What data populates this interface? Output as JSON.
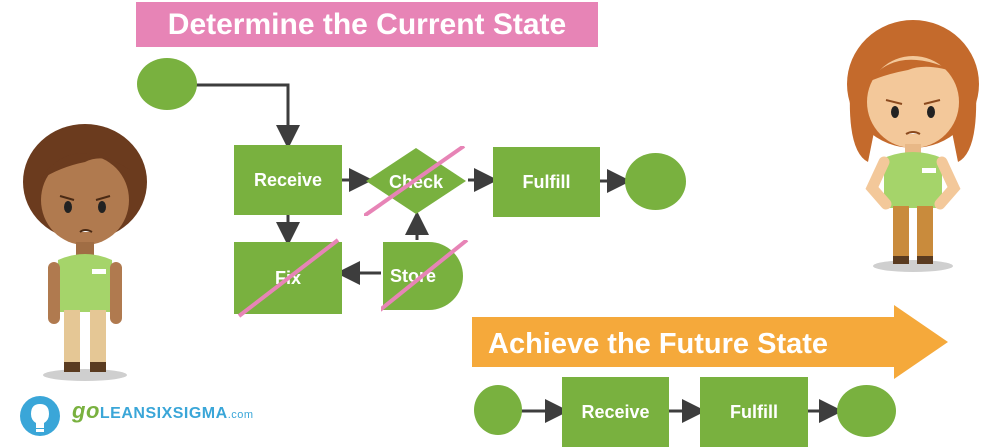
{
  "current_state": {
    "title": "Determine the Current State",
    "receive": "Receive",
    "check": "Check",
    "fulfill": "Fulfill",
    "fix": "Fix",
    "store": "Store"
  },
  "future_state": {
    "title": "Achieve the Future State",
    "receive": "Receive",
    "fulfill": "Fulfill"
  },
  "brand": {
    "prefix": "go",
    "name": "LEANSIXSIGMA",
    "suffix": ".com"
  },
  "colors": {
    "green": "#79b13f",
    "pink": "#e784b6",
    "orange": "#f5a93b",
    "arrow": "#3d3d3d",
    "brand_blue": "#3aa6d8"
  }
}
